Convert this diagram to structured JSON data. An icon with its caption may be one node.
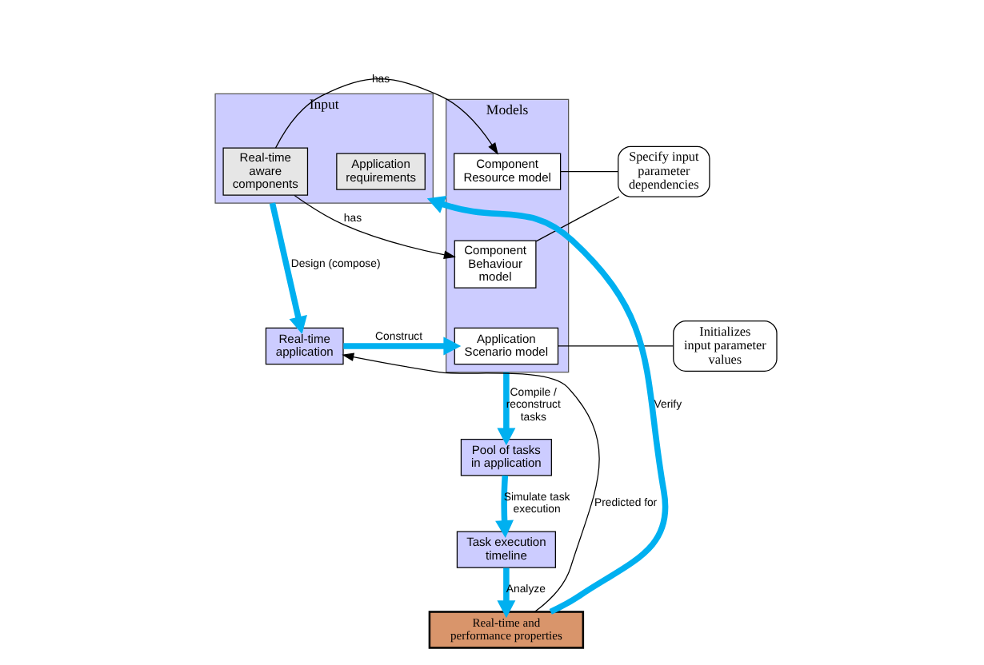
{
  "diagram": {
    "nodes": [
      {
        "text": [
          "Input"
        ]
      },
      {
        "text": [
          "Application requirements"
        ],
        "in": 0
      },
      {
        "text": [
          "Real-time aware components"
        ],
        "in": 0
      },
      {
        "text": [
          "Models"
        ]
      },
      {
        "text": [
          "Component Resource model"
        ],
        "in": 3
      },
      {
        "text": [
          "Component Behaviour model"
        ],
        "in": 3
      },
      {
        "text": [
          "Application Scenario model"
        ],
        "in": 3
      },
      {
        "text": [
          "Specify input parameter dependencies"
        ]
      },
      {
        "text": [
          "Initializes input parameter values"
        ]
      },
      {
        "text": [
          "Real-time application"
        ]
      },
      {
        "text": [
          "Pool of tasks in application"
        ]
      },
      {
        "text": [
          "Task execution timeline"
        ]
      },
      {
        "text": [
          "Real-time and performance properties"
        ]
      }
    ],
    "edges": [
      {
        "from": 2,
        "to": 4,
        "arrow": "to",
        "label": "has"
      },
      {
        "from": 2,
        "to": 5,
        "arrow": "to",
        "label": "has"
      },
      {
        "from": 7,
        "to": 4,
        "arrow": "none"
      },
      {
        "from": 7,
        "to": 5,
        "arrow": "none"
      },
      {
        "from": 8,
        "to": 6,
        "arrow": "none"
      },
      {
        "from": 0,
        "to": 9,
        "arrow": "to",
        "label": "Design (compose)",
        "style": "thick",
        "color": "#00b0f0"
      },
      {
        "from": 9,
        "to": 6,
        "arrow": "to",
        "label": "Construct",
        "style": "thick",
        "color": "#00b0f0"
      },
      {
        "from": 3,
        "to": 10,
        "arrow": "to",
        "label": "Compile / reconstruct tasks",
        "style": "thick",
        "color": "#00b0f0"
      },
      {
        "from": 10,
        "to": 11,
        "arrow": "to",
        "label": "Simulate task execution",
        "style": "thick",
        "color": "#00b0f0"
      },
      {
        "from": 11,
        "to": 12,
        "arrow": "to",
        "label": "Analyze",
        "style": "thick",
        "color": "#00b0f0"
      },
      {
        "from": 12,
        "to": 0,
        "arrow": "to",
        "label": "Verify",
        "style": "thick",
        "color": "#00b0f0"
      },
      {
        "from": 12,
        "to": 9,
        "arrow": "to",
        "label": "Predicted for"
      }
    ]
  }
}
